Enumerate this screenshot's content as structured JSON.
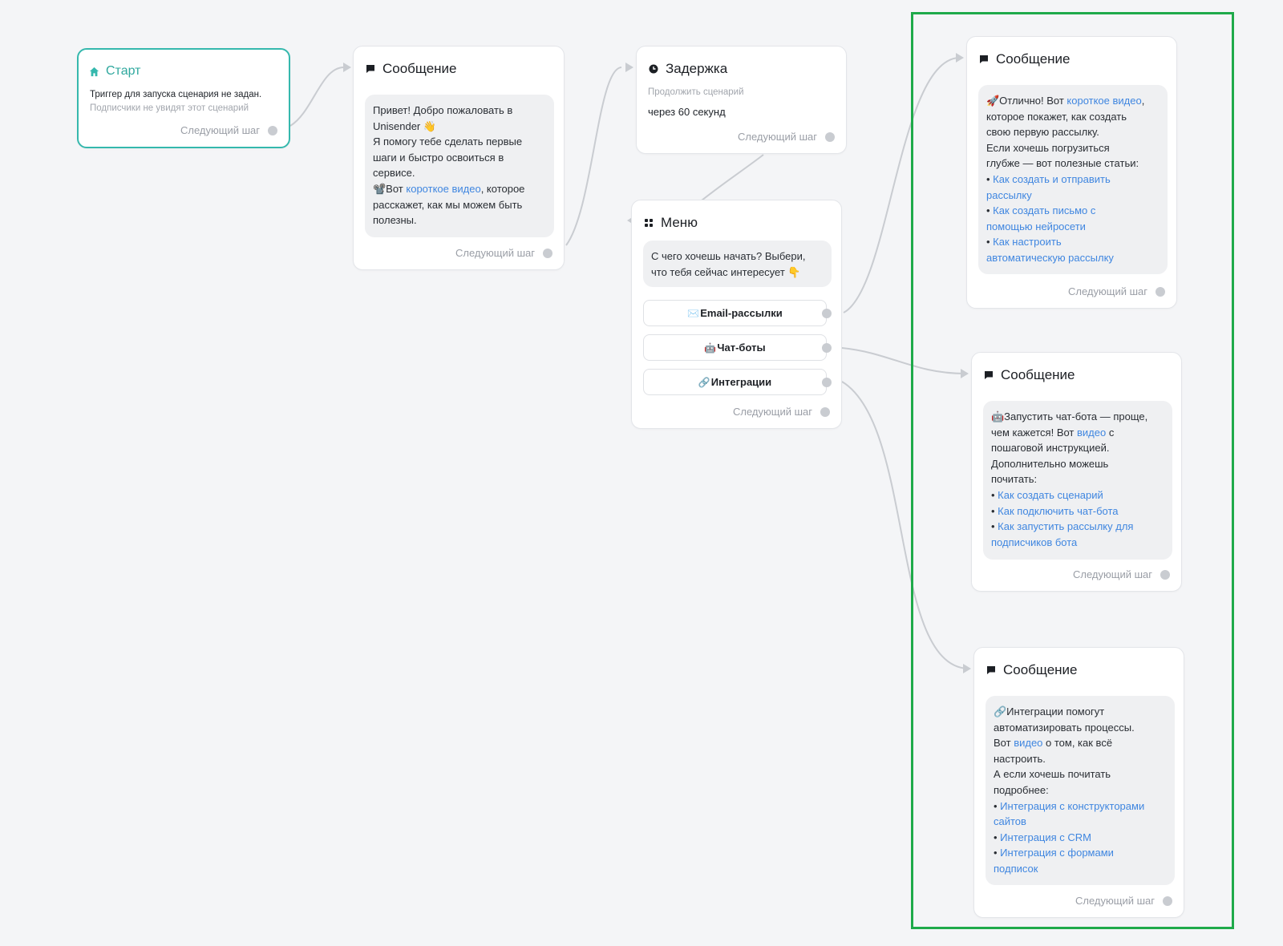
{
  "colors": {
    "canvas": "#f4f5f7",
    "accent_teal": "#35b8ad",
    "link": "#3f86e0",
    "selection_frame": "#1faa4a",
    "connector": "#c9ccd1"
  },
  "start": {
    "icon": "home-icon",
    "title": "Старт",
    "trigger_text": "Триггер для запуска сценария не задан.",
    "hint": "Подписчики не увидят этот сценарий",
    "next_label": "Следующий шаг"
  },
  "msg1": {
    "icon": "message-icon",
    "title": "Сообщение",
    "lines": [
      "Привет! Добро пожаловать в",
      "Unisender 👋",
      "Я помогу тебе сделать первые",
      "шаги и быстро освоиться в",
      "сервисе."
    ],
    "video_prefix": "📽️Вот ",
    "video_link": "короткое видео",
    "video_suffix": ", которое",
    "tail_lines": [
      "расскажет, как мы можем быть",
      "полезны."
    ],
    "next_label": "Следующий шаг"
  },
  "delay": {
    "icon": "clock-icon",
    "title": "Задержка",
    "caption": "Продолжить сценарий",
    "value": "через 60 секунд",
    "next_label": "Следующий шаг"
  },
  "menu": {
    "icon": "grid-icon",
    "title": "Меню",
    "prompt_lines": [
      "С чего хочешь начать? Выбери,",
      "что тебя сейчас интересует 👇"
    ],
    "buttons": [
      {
        "emoji": "✉️",
        "label": "Email-рассылки"
      },
      {
        "emoji": "🤖",
        "label": "Чат-боты"
      },
      {
        "emoji": "🔗",
        "label": "Интеграции"
      }
    ],
    "next_label": "Следующий шаг"
  },
  "email_msg": {
    "icon": "message-icon",
    "title": "Сообщение",
    "intro_prefix": "🚀Отлично! Вот ",
    "intro_link": "короткое видео",
    "intro_suffix": ",",
    "lines": [
      "которое покажет, как создать",
      "свою первую рассылку.",
      "Если хочешь погрузиться",
      "глубже — вот полезные статьи:"
    ],
    "links": [
      [
        "Как создать и отправить",
        "рассылку"
      ],
      [
        "Как создать письмо с",
        "помощью нейросети"
      ],
      [
        "Как настроить",
        "автоматическую рассылку"
      ]
    ],
    "next_label": "Следующий шаг"
  },
  "bots_msg": {
    "icon": "message-icon",
    "title": "Сообщение",
    "line1": "🤖Запустить чат-бота — проще,",
    "line2_prefix": "чем кажется! Вот ",
    "line2_link": "видео",
    "line2_suffix": " с",
    "lines": [
      "пошаговой инструкцией.",
      "Дополнительно можешь",
      "почитать:"
    ],
    "links": [
      [
        "Как создать сценарий"
      ],
      [
        "Как подключить чат-бота"
      ],
      [
        "Как запустить рассылку для",
        "подписчиков бота"
      ]
    ],
    "next_label": "Следующий шаг"
  },
  "integr_msg": {
    "icon": "message-icon",
    "title": "Сообщение",
    "line1": "🔗Интеграции помогут",
    "line2": "автоматизировать процессы.",
    "line3_prefix": "Вот ",
    "line3_link": "видео",
    "line3_suffix": " о том, как всё",
    "lines": [
      "настроить.",
      "А если хочешь почитать",
      "подробнее:"
    ],
    "links": [
      [
        "Интеграция с конструкторами",
        "сайтов"
      ],
      [
        "Интеграция с CRM"
      ],
      [
        "Интеграция с формами",
        "подписок"
      ]
    ],
    "next_label": "Следующий шаг"
  }
}
